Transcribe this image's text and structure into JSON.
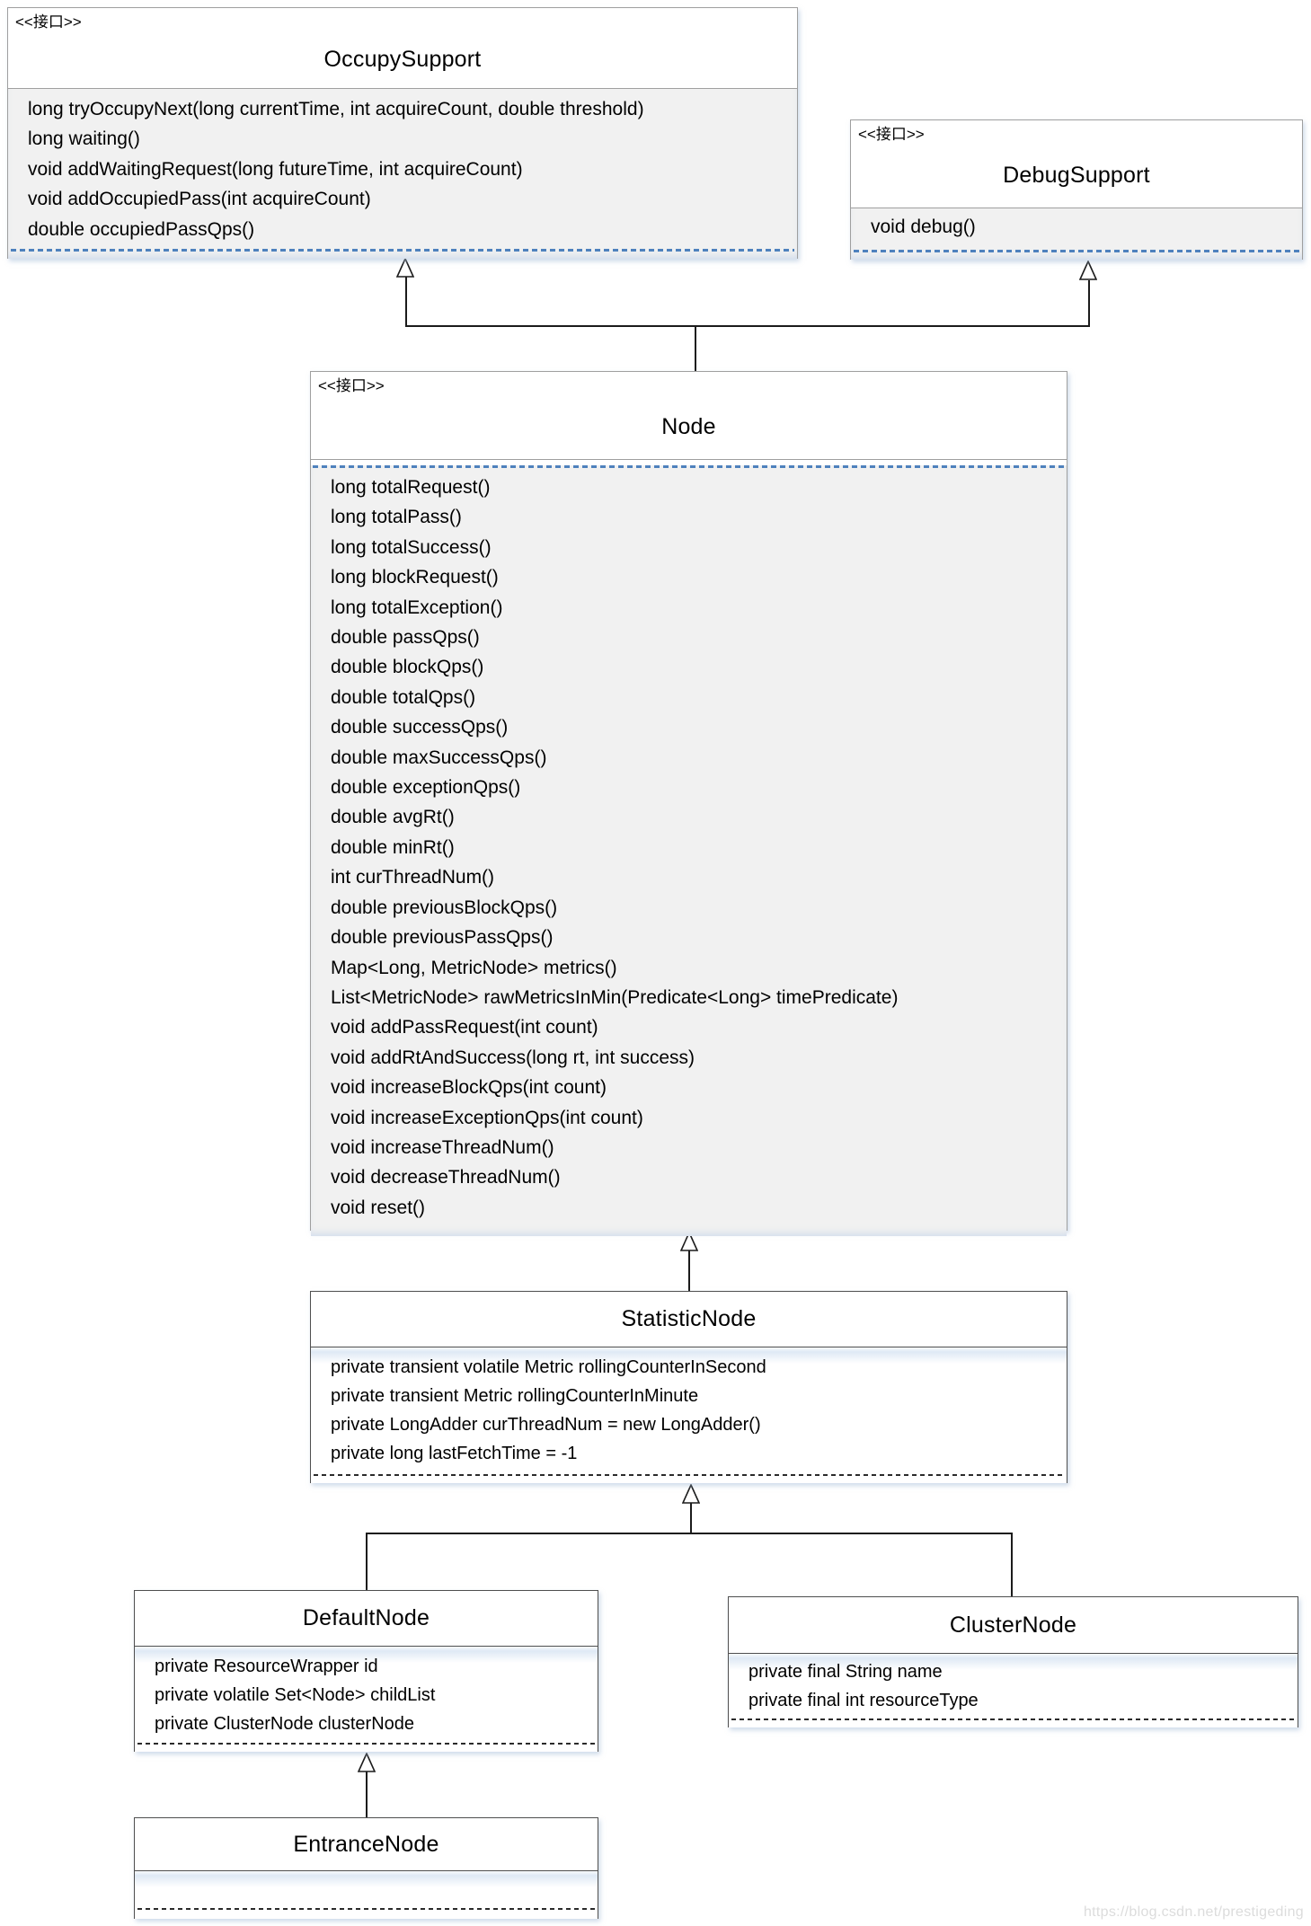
{
  "classes": {
    "occupy_support": {
      "stereotype": "<<接口>>",
      "title": "OccupySupport",
      "members": [
        "long tryOccupyNext(long currentTime, int acquireCount, double threshold)",
        "long waiting()",
        "void addWaitingRequest(long futureTime, int acquireCount)",
        "void addOccupiedPass(int acquireCount)",
        "double occupiedPassQps()"
      ]
    },
    "debug_support": {
      "stereotype": "<<接口>>",
      "title": "DebugSupport",
      "members": [
        "void debug()"
      ]
    },
    "node": {
      "stereotype": "<<接口>>",
      "title": "Node",
      "members": [
        "long totalRequest()",
        "long totalPass()",
        "long totalSuccess()",
        "long blockRequest()",
        "long totalException()",
        "double passQps()",
        "double blockQps()",
        "double totalQps()",
        "double successQps()",
        "double maxSuccessQps()",
        "double exceptionQps()",
        "double avgRt()",
        "double minRt()",
        "int curThreadNum()",
        "double previousBlockQps()",
        "double previousPassQps()",
        "Map<Long, MetricNode> metrics()",
        "List<MetricNode> rawMetricsInMin(Predicate<Long> timePredicate)",
        "void addPassRequest(int count)",
        "void addRtAndSuccess(long rt, int success)",
        "void increaseBlockQps(int count)",
        "void increaseExceptionQps(int count)",
        "void increaseThreadNum()",
        "void decreaseThreadNum()",
        "void reset()"
      ]
    },
    "statistic_node": {
      "title": "StatisticNode",
      "members": [
        "private transient volatile Metric rollingCounterInSecond",
        "private transient Metric rollingCounterInMinute",
        "private LongAdder curThreadNum = new LongAdder()",
        "private long lastFetchTime = -1"
      ]
    },
    "default_node": {
      "title": "DefaultNode",
      "members": [
        "private ResourceWrapper id",
        "private volatile Set<Node> childList",
        "private ClusterNode clusterNode"
      ]
    },
    "cluster_node": {
      "title": "ClusterNode",
      "members": [
        "private final String name",
        "private final int resourceType"
      ]
    },
    "entrance_node": {
      "title": "EntranceNode",
      "members": []
    }
  },
  "watermark": "https://blog.csdn.net/prestigeding",
  "colors": {
    "interface_compartment_fill": "#f1f1f1",
    "interface_border": "#9f9f9f",
    "class_border": "#4f4f4f",
    "dashed_separator_blue": "#4e81bd",
    "dashed_separator_black": "#2b2b2b",
    "connector_line": "#1b1b1b",
    "watermark_gray": "#dcdcdc"
  }
}
